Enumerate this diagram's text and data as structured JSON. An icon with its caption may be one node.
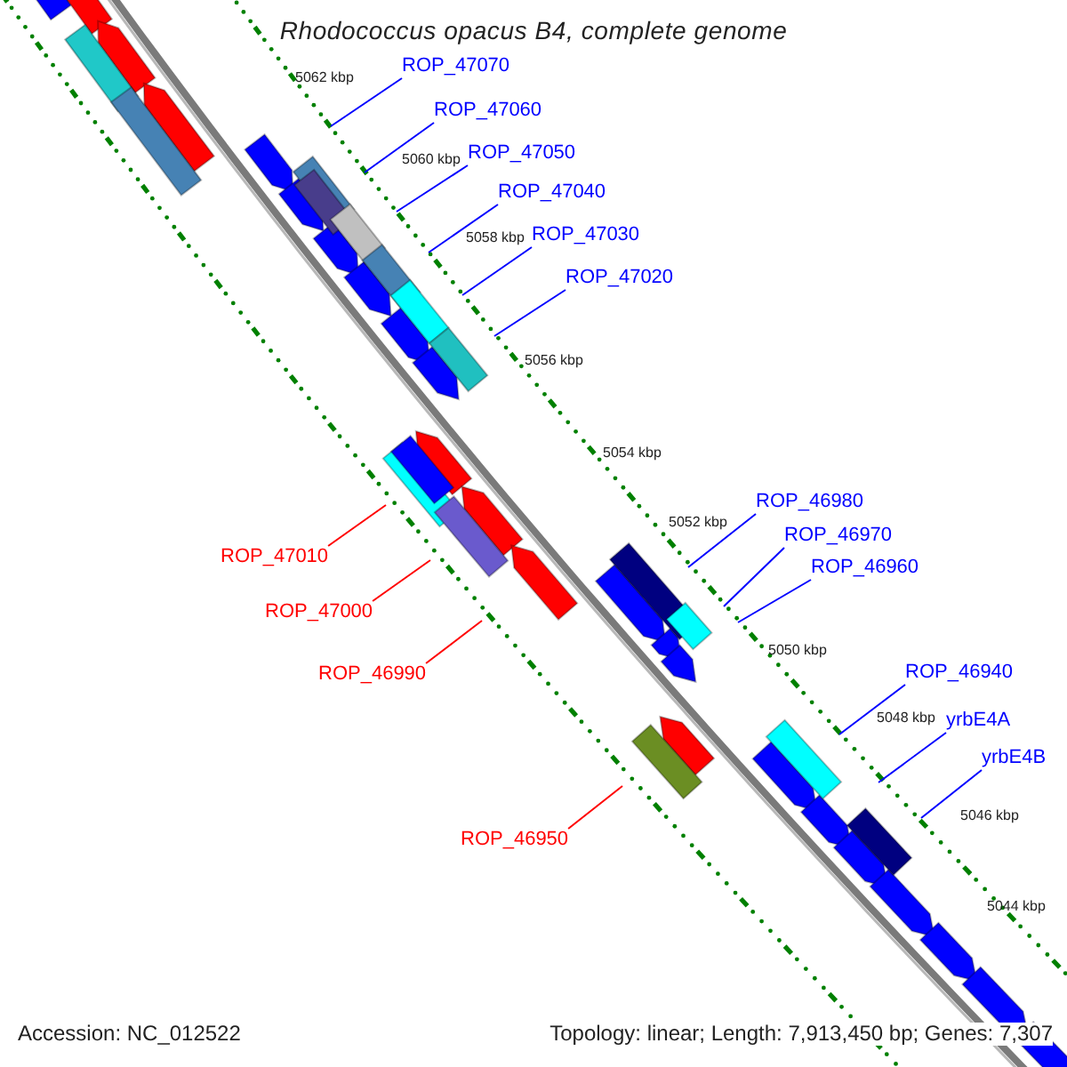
{
  "diagram": {
    "title": "Rhodococcus opacus B4, complete genome",
    "nodes": [
      {
        "text": [
          "ROP_47070"
        ]
      },
      {
        "text": [
          "ROP_47060"
        ]
      },
      {
        "text": [
          "ROP_47050"
        ]
      },
      {
        "text": [
          "ROP_47040"
        ]
      },
      {
        "text": [
          "ROP_47030"
        ]
      },
      {
        "text": [
          "ROP_47020"
        ]
      },
      {
        "text": [
          "ROP_46980"
        ]
      },
      {
        "text": [
          "ROP_46970"
        ]
      },
      {
        "text": [
          "ROP_47010"
        ]
      },
      {
        "text": [
          "ROP_46960"
        ]
      },
      {
        "text": [
          "ROP_47000"
        ]
      },
      {
        "text": [
          "ROP_46940"
        ]
      },
      {
        "text": [
          "ROP_46990"
        ]
      },
      {
        "text": [
          "yrbE4A"
        ]
      },
      {
        "text": [
          "yrbE4B"
        ]
      },
      {
        "text": [
          "ROP_46950"
        ]
      }
    ],
    "edges": [
      {
        "from": 0,
        "to": null,
        "arrow": "none"
      },
      {
        "from": 1,
        "to": null,
        "arrow": "none"
      },
      {
        "from": 2,
        "to": null,
        "arrow": "none"
      },
      {
        "from": 3,
        "to": null,
        "arrow": "none"
      },
      {
        "from": 4,
        "to": null,
        "arrow": "none"
      },
      {
        "from": 5,
        "to": null,
        "arrow": "none"
      },
      {
        "from": 6,
        "to": null,
        "arrow": "none"
      },
      {
        "from": 7,
        "to": null,
        "arrow": "none"
      },
      {
        "from": 8,
        "to": null,
        "arrow": "none",
        "color": "#ff0000"
      },
      {
        "from": 9,
        "to": null,
        "arrow": "none"
      },
      {
        "from": 10,
        "to": null,
        "arrow": "none",
        "color": "#ff0000"
      },
      {
        "from": 11,
        "to": null,
        "arrow": "none"
      },
      {
        "from": 12,
        "to": null,
        "arrow": "none",
        "color": "#ff0000"
      },
      {
        "from": 13,
        "to": null,
        "arrow": "none"
      },
      {
        "from": 14,
        "to": null,
        "arrow": "none"
      },
      {
        "from": 15,
        "to": null,
        "arrow": "none",
        "color": "#ff0000"
      }
    ],
    "labels": [
      "5062 kbp",
      "5060 kbp",
      "5058 kbp",
      "5056 kbp",
      "5054 kbp",
      "5052 kbp",
      "5050 kbp",
      "5048 kbp",
      "5046 kbp",
      "5044 kbp",
      "Accession: NC_012522",
      "Topology: linear; Length: 7,913,450 bp; Genes: 7,307"
    ]
  }
}
